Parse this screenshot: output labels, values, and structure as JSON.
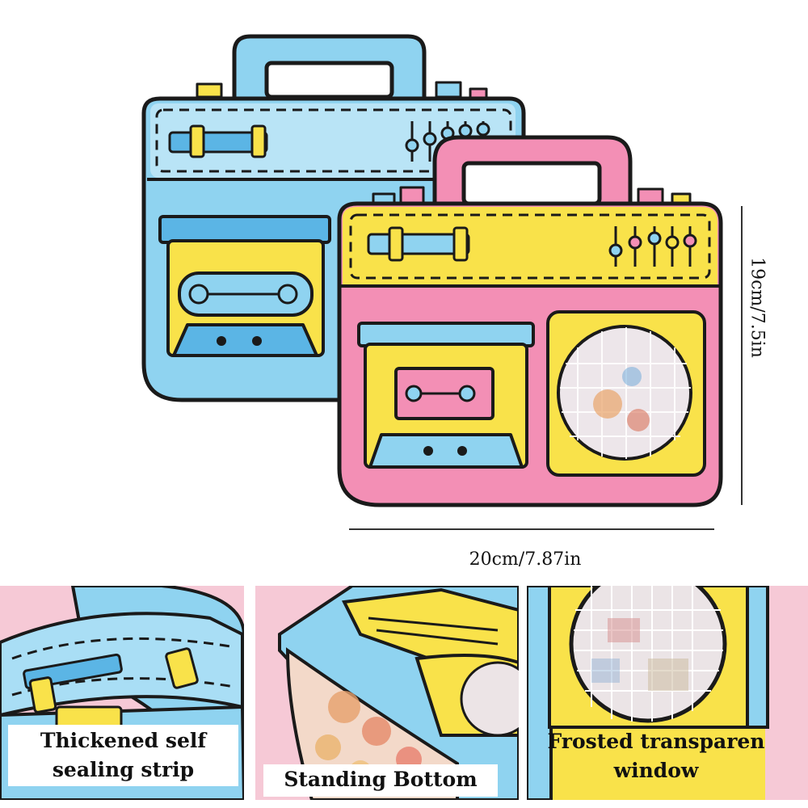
{
  "dimensions": {
    "width_label": "20cm/7.87in",
    "height_label": "19cm/7.5in"
  },
  "features": [
    {
      "line1": "Thickened self",
      "line2": "sealing strip"
    },
    {
      "line1": "Standing Bottom"
    },
    {
      "line1": "Frosted transparen",
      "line2": "window"
    }
  ],
  "colors": {
    "blue": "#8fd3f0",
    "pink": "#f38fb5",
    "yellow": "#f9e24a",
    "outline": "#1a1a1a",
    "background_pink": "#f6c9d6"
  }
}
